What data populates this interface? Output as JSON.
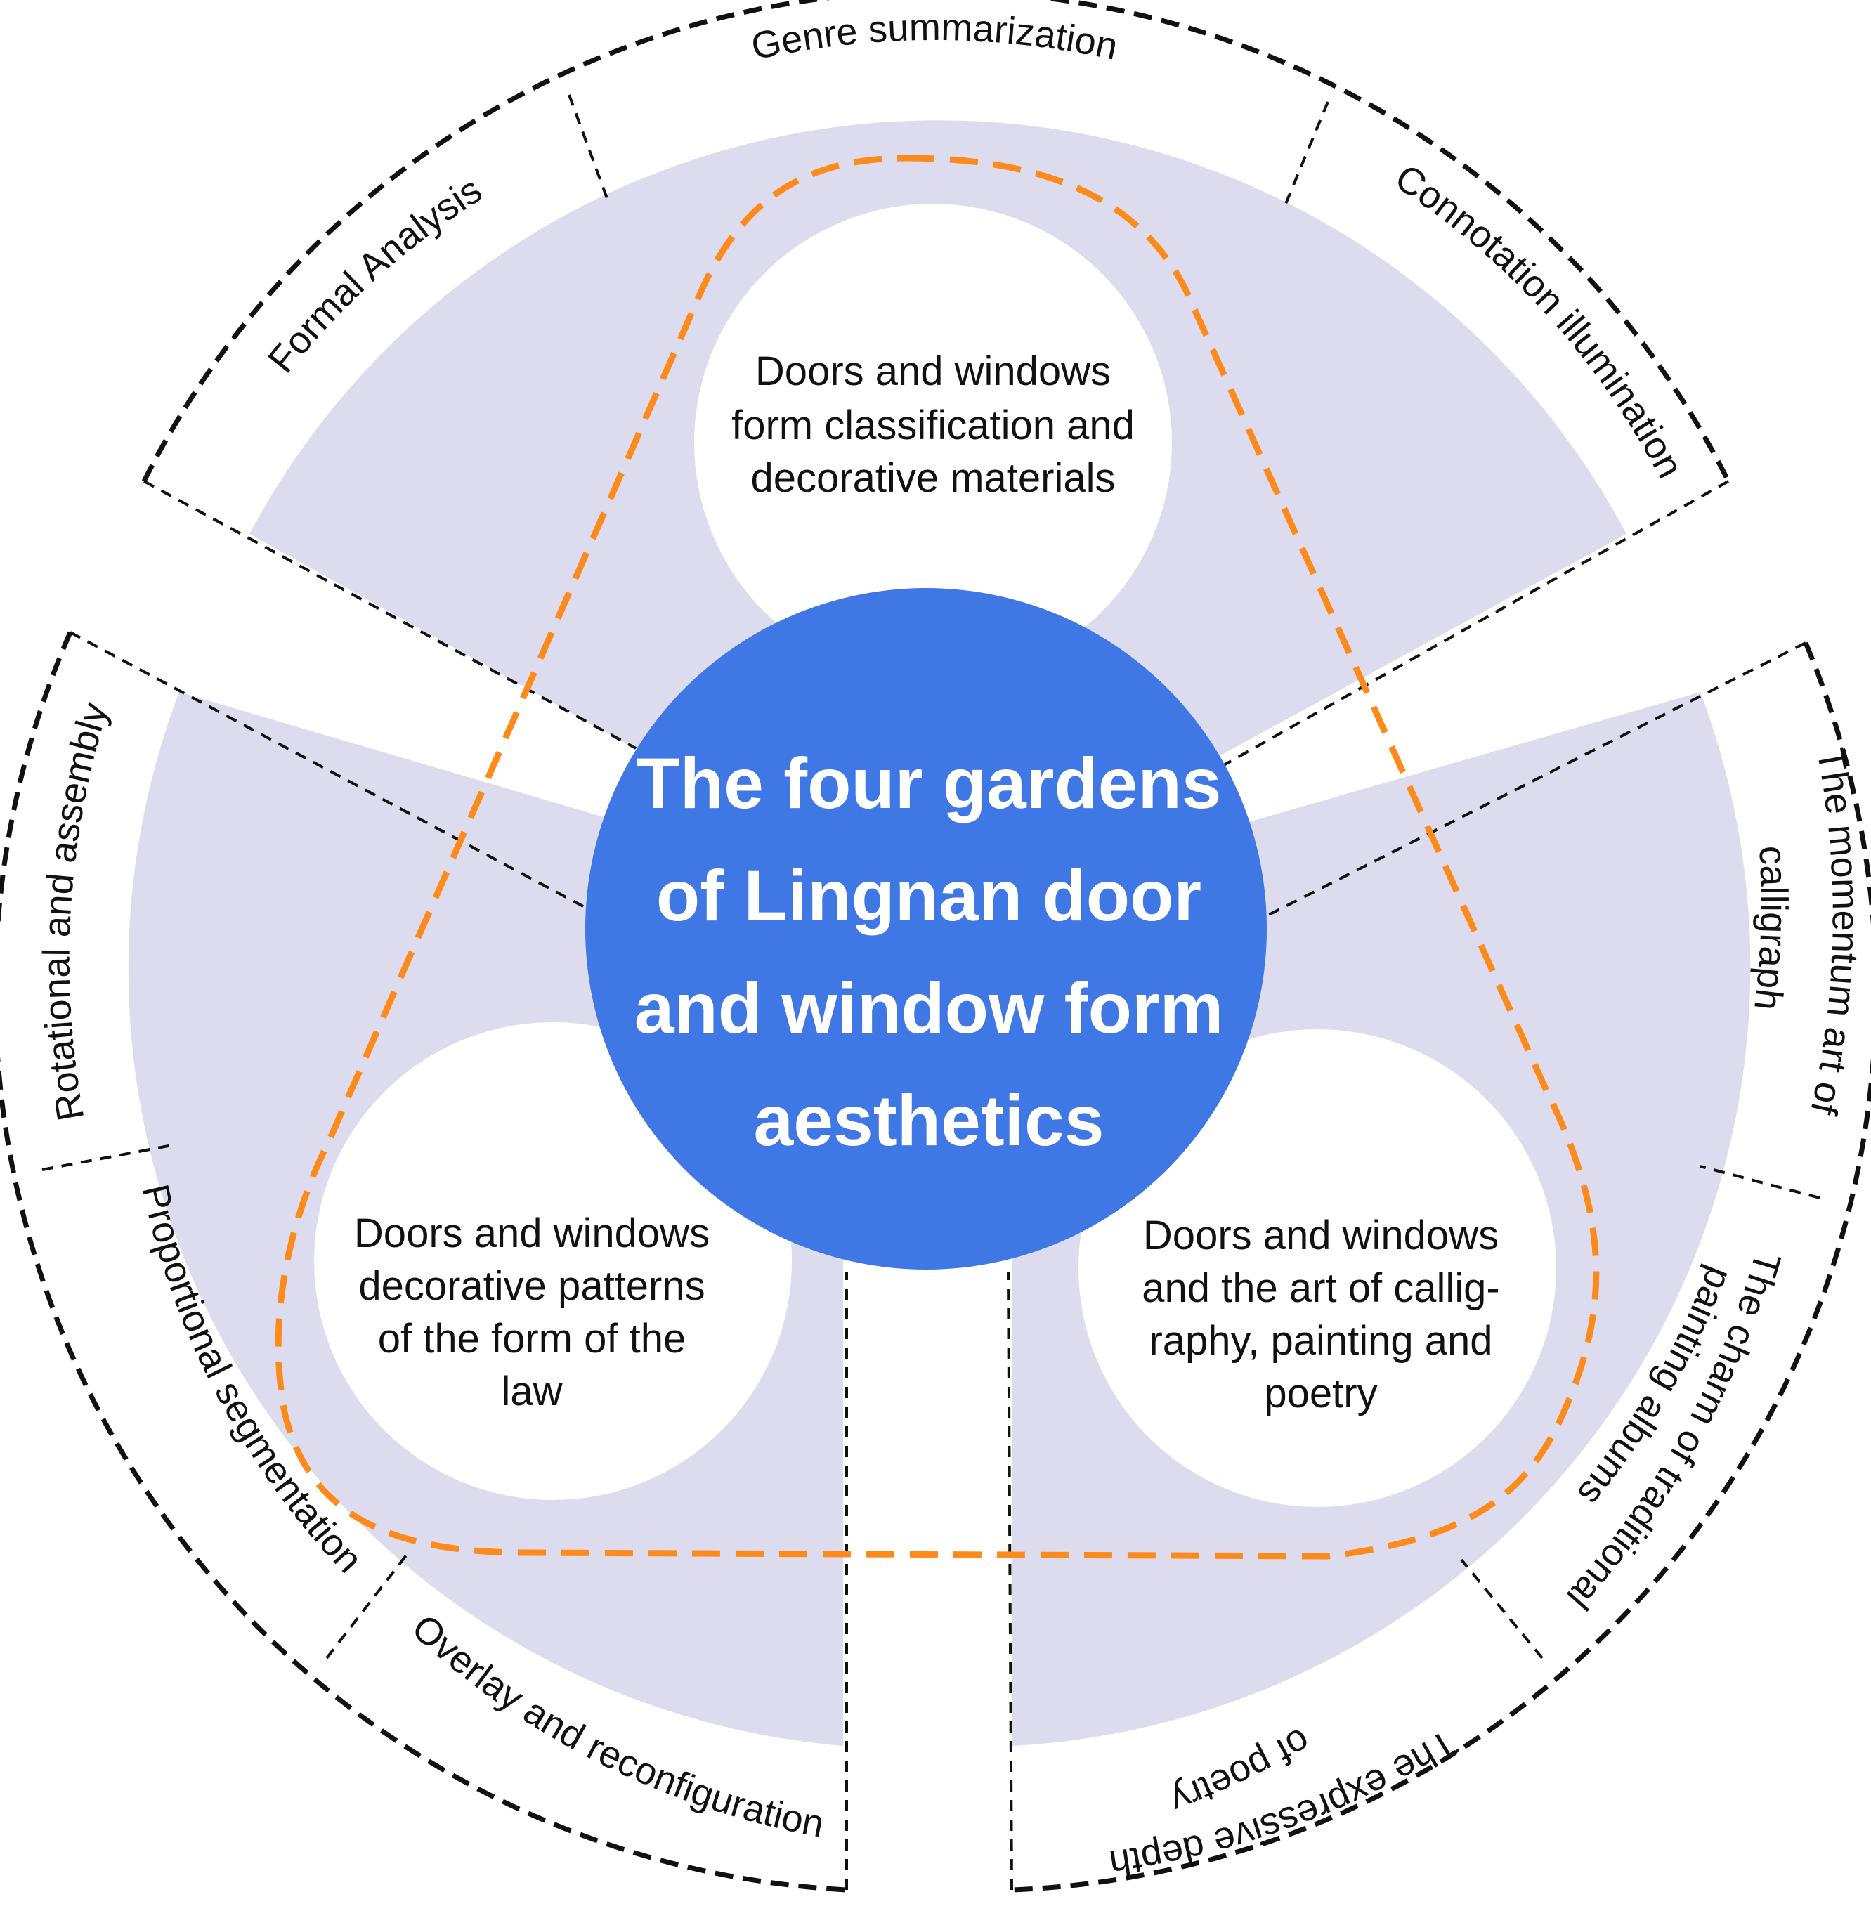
{
  "colors": {
    "background": "#ffffff",
    "lavender_band": "#dcdcee",
    "center_fill": "#3f77e4",
    "center_text": "#ffffff",
    "node_fill": "#ffffff",
    "orange_dash": "#ff8a1c",
    "outline": "#111111"
  },
  "center": {
    "lines": [
      "The four gardens",
      "of Lingnan door",
      "and window form",
      "aesthetics"
    ]
  },
  "nodes": {
    "top": {
      "lines": [
        "Doors and windows",
        "form classification and",
        "decorative materials"
      ]
    },
    "left": {
      "lines": [
        "Doors and windows",
        "decorative patterns",
        "of the form of the",
        "law"
      ]
    },
    "right": {
      "lines": [
        "Doors and windows",
        "and the art of callig-",
        "raphy, painting and",
        "poetry"
      ]
    }
  },
  "ring_labels": {
    "genre_summarization": "Genre summarization",
    "formal_analysis": "Formal Analysis",
    "connotation_illumination": "Connotation illumination",
    "rotational_assembly": "Rotational and assembly",
    "proportional_segmentation": "Proportional segmentation",
    "overlay_reconfiguration": "Overlay and reconfiguration",
    "momentum_art_line1": "The momentum art of",
    "momentum_art_line2": "calligraph",
    "charm_traditional_line1": "The charm of traditional",
    "charm_traditional_line2": "painting albums",
    "expressive_depth_line1": "The expressive depth",
    "expressive_depth_line2": "of poetry"
  }
}
